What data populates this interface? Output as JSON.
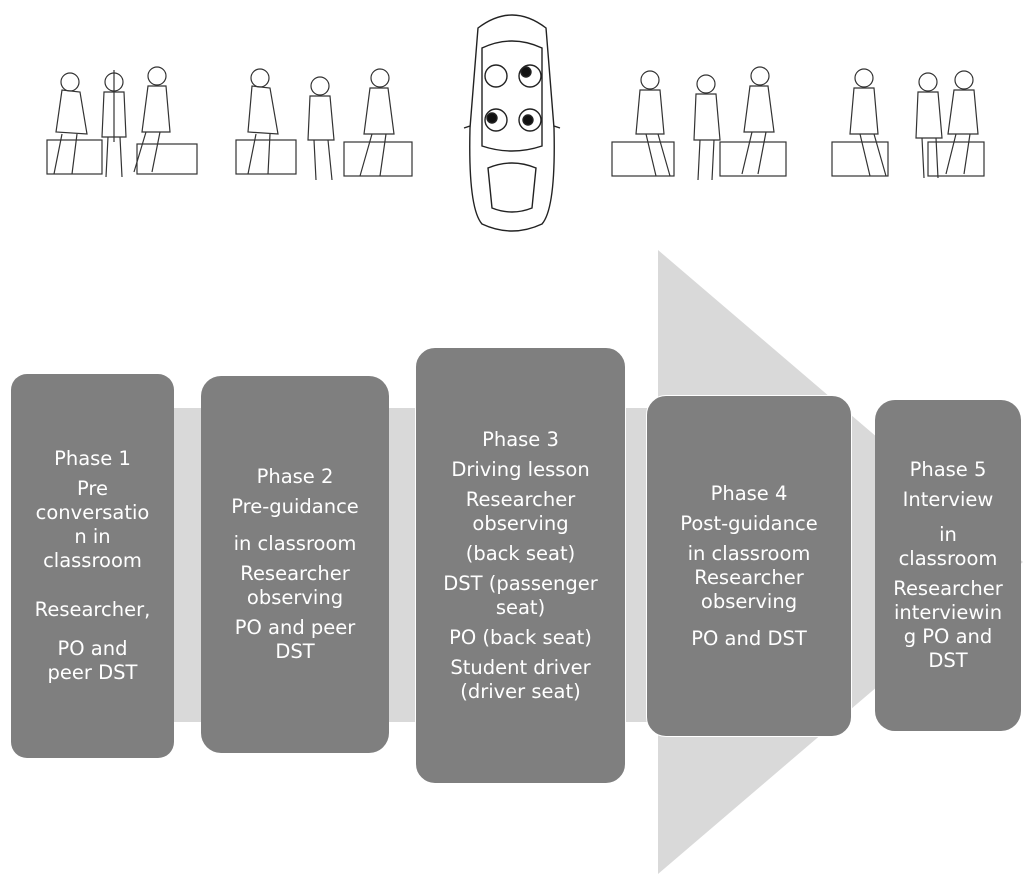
{
  "colors": {
    "phase_box": "#7f7f7f",
    "connector": "#d9d9d9",
    "arrow": "#d9d9d9",
    "text": "#ffffff"
  },
  "illustrations": [
    {
      "name": "group-of-three-sitting-sketch-1"
    },
    {
      "name": "group-of-three-sitting-sketch-2"
    },
    {
      "name": "car-top-view-with-four-occupants-sketch"
    },
    {
      "name": "group-of-three-sitting-sketch-3"
    },
    {
      "name": "group-of-three-sitting-sketch-4"
    }
  ],
  "phases": [
    {
      "title": "Phase 1",
      "lines": [
        "Pre",
        "conversatio",
        "n in",
        "classroom",
        "Researcher,",
        "PO and",
        "peer DST"
      ]
    },
    {
      "title": "Phase 2",
      "lines": [
        "Pre-guidance",
        "in classroom",
        "Researcher",
        "observing",
        "PO and peer",
        "DST"
      ]
    },
    {
      "title": "Phase 3",
      "lines": [
        "Driving lesson",
        "Researcher",
        "observing",
        "(back seat)",
        "DST (passenger",
        "seat)",
        "PO (back seat)",
        "Student driver",
        "(driver seat)"
      ]
    },
    {
      "title": "Phase 4",
      "lines": [
        "Post-guidance",
        "in classroom",
        "Researcher",
        "observing",
        "PO and DST"
      ]
    },
    {
      "title": "Phase 5",
      "lines": [
        "Interview",
        "in",
        "classroom",
        "Researcher",
        "interviewin",
        "g PO and",
        "DST"
      ]
    }
  ]
}
